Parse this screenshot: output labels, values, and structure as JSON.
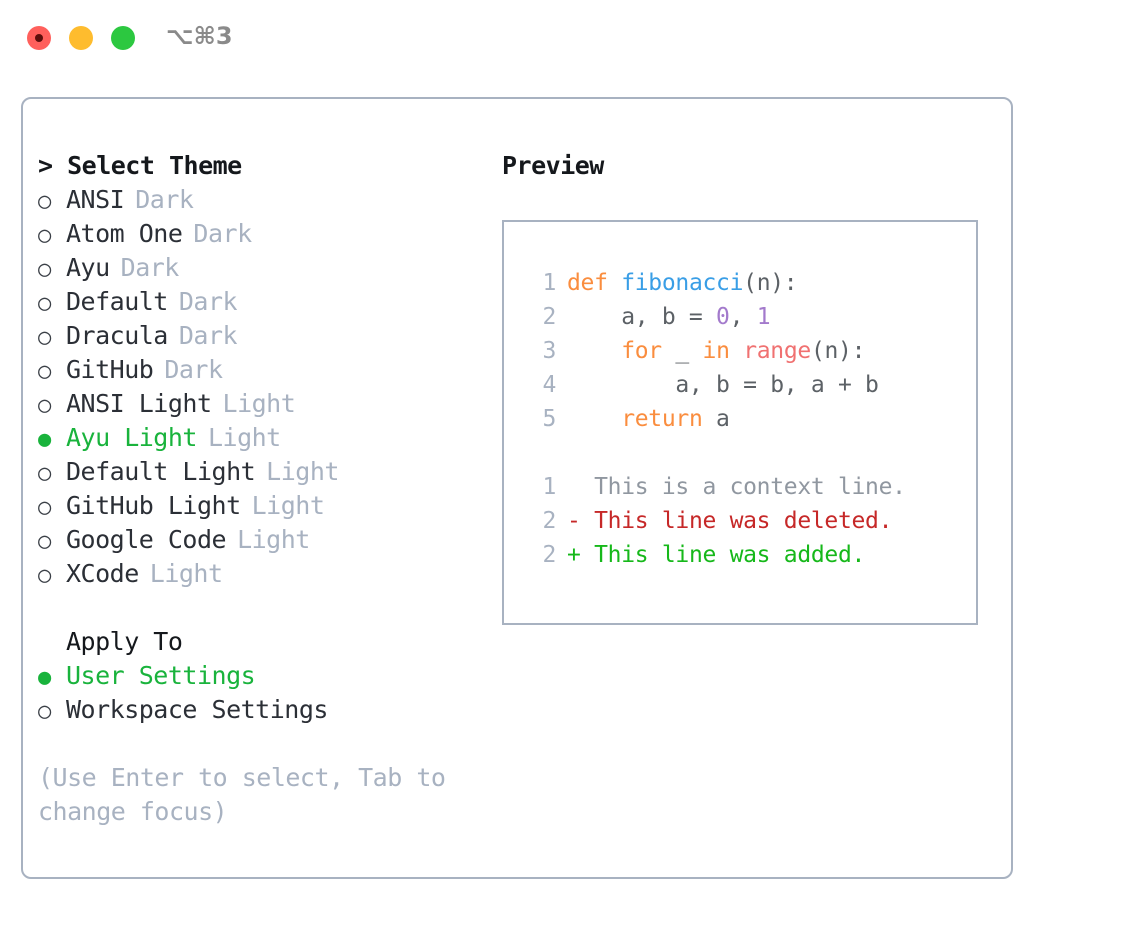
{
  "titlebar": {
    "shortcut": "⌥⌘3",
    "lights": [
      {
        "name": "close",
        "color": "#ff605c"
      },
      {
        "name": "minimize",
        "color": "#febc2e"
      },
      {
        "name": "maximize",
        "color": "#2cc840"
      }
    ]
  },
  "theme_list": {
    "header": "> Select Theme",
    "bullet_unselected": "○",
    "bullet_selected": "●",
    "items": [
      {
        "label": "ANSI",
        "tag": "Dark",
        "selected": false
      },
      {
        "label": "Atom One",
        "tag": "Dark",
        "selected": false
      },
      {
        "label": "Ayu",
        "tag": "Dark",
        "selected": false
      },
      {
        "label": "Default",
        "tag": "Dark",
        "selected": false
      },
      {
        "label": "Dracula",
        "tag": "Dark",
        "selected": false
      },
      {
        "label": "GitHub",
        "tag": "Dark",
        "selected": false
      },
      {
        "label": "ANSI Light",
        "tag": "Light",
        "selected": false
      },
      {
        "label": "Ayu Light",
        "tag": "Light",
        "selected": true
      },
      {
        "label": "Default Light",
        "tag": "Light",
        "selected": false
      },
      {
        "label": "GitHub Light",
        "tag": "Light",
        "selected": false
      },
      {
        "label": "Google Code",
        "tag": "Light",
        "selected": false
      },
      {
        "label": "XCode",
        "tag": "Light",
        "selected": false
      }
    ]
  },
  "apply_to": {
    "header": "Apply To",
    "items": [
      {
        "label": "User Settings",
        "selected": true
      },
      {
        "label": "Workspace Settings",
        "selected": false
      }
    ]
  },
  "hint": "(Use Enter to select, Tab to change focus)",
  "preview": {
    "title": "Preview",
    "code_lines": [
      {
        "num": "1",
        "tokens": [
          {
            "t": "def ",
            "c": "tok-kw"
          },
          {
            "t": "fibonacci",
            "c": "tok-fn"
          },
          {
            "t": "(n):",
            "c": "tok-pun"
          }
        ]
      },
      {
        "num": "2",
        "tokens": [
          {
            "t": "    a, b = ",
            "c": "tok-var"
          },
          {
            "t": "0",
            "c": "tok-num"
          },
          {
            "t": ", ",
            "c": "tok-pun"
          },
          {
            "t": "1",
            "c": "tok-num"
          }
        ]
      },
      {
        "num": "3",
        "tokens": [
          {
            "t": "    ",
            "c": "tok-var"
          },
          {
            "t": "for",
            "c": "tok-kw"
          },
          {
            "t": " _ ",
            "c": "tok-var"
          },
          {
            "t": "in",
            "c": "tok-kw"
          },
          {
            "t": " ",
            "c": "tok-var"
          },
          {
            "t": "range",
            "c": "tok-call"
          },
          {
            "t": "(n):",
            "c": "tok-pun"
          }
        ]
      },
      {
        "num": "4",
        "tokens": [
          {
            "t": "        a, b = b, a + b",
            "c": "tok-var"
          }
        ]
      },
      {
        "num": "5",
        "tokens": [
          {
            "t": "    ",
            "c": "tok-var"
          },
          {
            "t": "return",
            "c": "tok-kw"
          },
          {
            "t": " a",
            "c": "tok-var"
          }
        ]
      }
    ],
    "diff_lines": [
      {
        "num": "1",
        "marker": " ",
        "text": "This is a context line.",
        "kind": "diff-ctx"
      },
      {
        "num": "2",
        "marker": "-",
        "text": "This line was deleted.",
        "kind": "diff-del"
      },
      {
        "num": "2",
        "marker": "+",
        "text": "This line was added.",
        "kind": "diff-add"
      }
    ]
  },
  "colors": {
    "accent_green": "#19b33c",
    "muted": "#a8b2c1",
    "text": "#2b2f36",
    "keyword": "#fa8d3e",
    "function": "#399ee6",
    "number": "#a37acc",
    "call": "#f07171",
    "diff_added": "#16b81a",
    "diff_deleted": "#c62828",
    "border": "#a8b2c1"
  }
}
